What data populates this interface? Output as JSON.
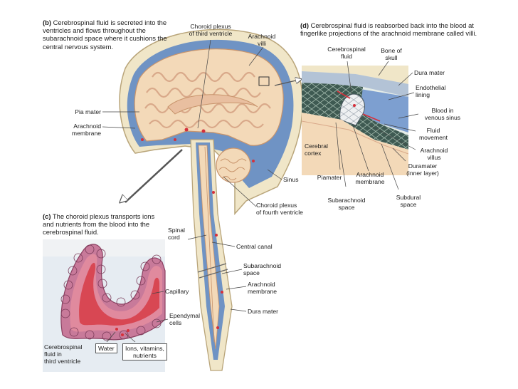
{
  "captions": {
    "b": {
      "letter": "(b)",
      "text": "Cerebrospinal fluid is secreted into the ventricles and flows throughout the subarachnoid space where it cushions the central nervous system."
    },
    "c": {
      "letter": "(c)",
      "text": "The choroid plexus transports ions and nutrients from the blood into the cerebrospinal fluid."
    },
    "d": {
      "letter": "(d)",
      "text": "Cerebrospinal fluid is reabsorbed back into the blood at fingerlike projections of the arachnoid membrane called villi."
    }
  },
  "labels": {
    "choroid_plexus_third": "Choroid plexus\nof third ventricle",
    "arachnoid_villi": "Arachnoid\nvilli",
    "pia_mater": "Pia mater",
    "arachnoid_membrane_left": "Arachnoid\nmembrane",
    "sinus": "Sinus",
    "choroid_plexus_fourth": "Choroid plexus\nof fourth ventricle",
    "spinal_cord": "Spinal\ncord",
    "central_canal": "Central canal",
    "subarachnoid_space": "Subarachnoid\nspace",
    "arachnoid_membrane_spine": "Arachnoid\nmembrane",
    "dura_mater_spine": "Dura mater",
    "capillary": "Capillary",
    "ependymal_cells": "Ependymal\ncells",
    "csf_third_ventricle": "Cerebrospinal\nfluid in\nthird ventricle",
    "water": "Water",
    "ions": "Ions, vitamins,\nnutrients",
    "d_csf": "Cerebrospinal\nfluid",
    "d_bone": "Bone of\nskull",
    "d_dura": "Dura mater",
    "d_endothelial": "Endothelial\nlining",
    "d_blood": "Blood in\nvenous sinus",
    "d_fluid_movement": "Fluid\nmovement",
    "d_arachnoid_villus": "Arachnoid\nvillus",
    "d_cerebral_cortex": "Cerebral\ncortex",
    "d_piamater": "Piamater",
    "d_arachnoid_membrane": "Arachnoid\nmembrane",
    "d_duramater_inner": "Duramater\n(inner layer)",
    "d_subarachnoid": "Subarachnoid\nspace",
    "d_subdural": "Subdural\nspace"
  },
  "colors": {
    "csf_blue": "#6f93c4",
    "brain": "#f3d9b8",
    "gyri_shadow": "#d9a98a",
    "bone": "#f0e6c8",
    "tissue_pink": "#d86a7c",
    "blood_red": "#d6303a"
  }
}
